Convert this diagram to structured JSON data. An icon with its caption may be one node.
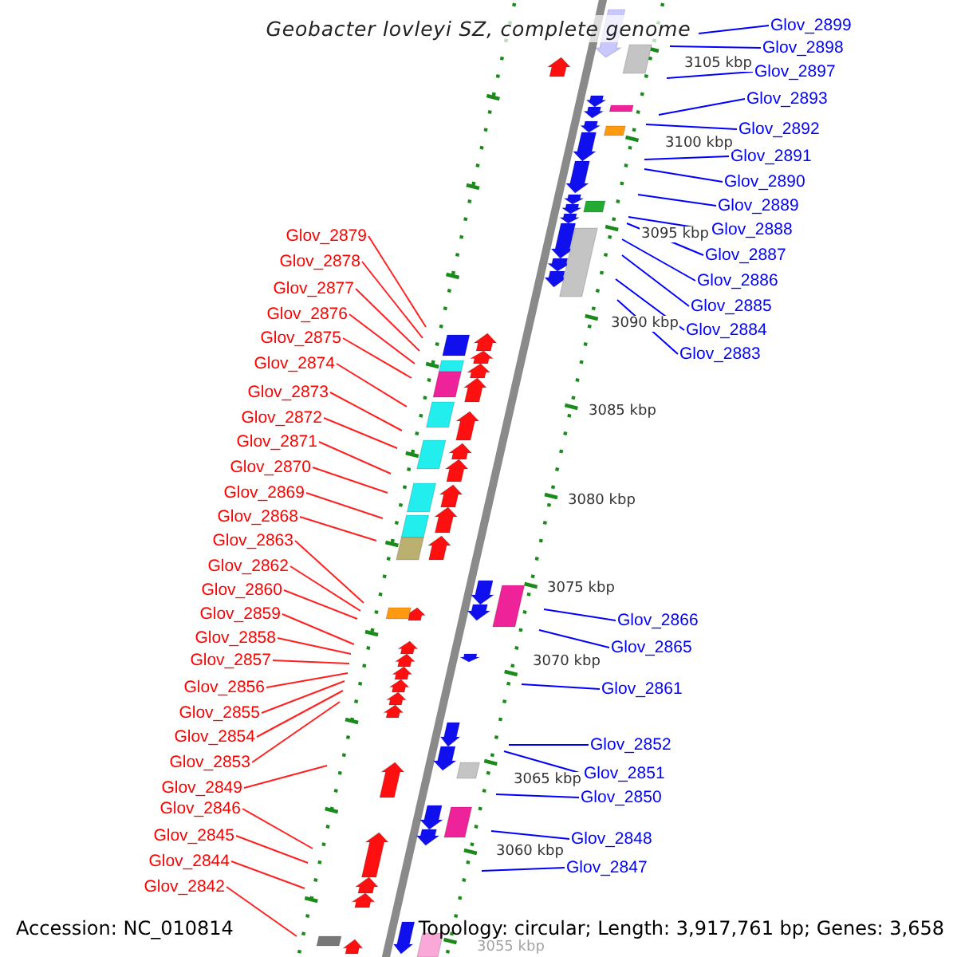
{
  "diagram": {
    "title": "Geobacter lovleyi SZ, complete genome",
    "nodes": [
      {
        "text": [
          "Glov_2879"
        ]
      },
      {
        "text": [
          "Glov_2878"
        ]
      },
      {
        "text": [
          "Glov_2877"
        ]
      },
      {
        "text": [
          "Glov_2876"
        ]
      },
      {
        "text": [
          "Glov_2875"
        ]
      },
      {
        "text": [
          "Glov_2874"
        ]
      },
      {
        "text": [
          "Glov_2873"
        ]
      },
      {
        "text": [
          "Glov_2872"
        ]
      },
      {
        "text": [
          "Glov_2871"
        ]
      },
      {
        "text": [
          "Glov_2870"
        ]
      },
      {
        "text": [
          "Glov_2869"
        ]
      },
      {
        "text": [
          "Glov_2868"
        ]
      },
      {
        "text": [
          "Glov_2863"
        ]
      },
      {
        "text": [
          "Glov_2862"
        ]
      },
      {
        "text": [
          "Glov_2860"
        ]
      },
      {
        "text": [
          "Glov_2859"
        ]
      },
      {
        "text": [
          "Glov_2858"
        ]
      },
      {
        "text": [
          "Glov_2857"
        ]
      },
      {
        "text": [
          "Glov_2856"
        ]
      },
      {
        "text": [
          "Glov_2855"
        ]
      },
      {
        "text": [
          "Glov_2854"
        ]
      },
      {
        "text": [
          "Glov_2853"
        ]
      },
      {
        "text": [
          "Glov_2849"
        ]
      },
      {
        "text": [
          "Glov_2846"
        ]
      },
      {
        "text": [
          "Glov_2845"
        ]
      },
      {
        "text": [
          "Glov_2844"
        ]
      },
      {
        "text": [
          "Glov_2842"
        ]
      },
      {
        "text": [
          "Glov_2899"
        ]
      },
      {
        "text": [
          "Glov_2898"
        ]
      },
      {
        "text": [
          "Glov_2897"
        ]
      },
      {
        "text": [
          "Glov_2893"
        ]
      },
      {
        "text": [
          "Glov_2892"
        ]
      },
      {
        "text": [
          "Glov_2891"
        ]
      },
      {
        "text": [
          "Glov_2890"
        ]
      },
      {
        "text": [
          "Glov_2889"
        ]
      },
      {
        "text": [
          "Glov_2888"
        ]
      },
      {
        "text": [
          "Glov_2887"
        ]
      },
      {
        "text": [
          "Glov_2886"
        ]
      },
      {
        "text": [
          "Glov_2885"
        ]
      },
      {
        "text": [
          "Glov_2884"
        ]
      },
      {
        "text": [
          "Glov_2883"
        ]
      },
      {
        "text": [
          "Glov_2866"
        ]
      },
      {
        "text": [
          "Glov_2865"
        ]
      },
      {
        "text": [
          "Glov_2861"
        ]
      },
      {
        "text": [
          "Glov_2852"
        ]
      },
      {
        "text": [
          "Glov_2851"
        ]
      },
      {
        "text": [
          "Glov_2850"
        ]
      },
      {
        "text": [
          "Glov_2848"
        ]
      },
      {
        "text": [
          "Glov_2847"
        ]
      }
    ],
    "edges": [
      {
        "from": 0,
        "to": null,
        "arrow": "none"
      },
      {
        "from": 1,
        "to": null,
        "arrow": "none"
      },
      {
        "from": 2,
        "to": null,
        "arrow": "none"
      },
      {
        "from": 3,
        "to": null,
        "arrow": "none"
      },
      {
        "from": 4,
        "to": null,
        "arrow": "none"
      },
      {
        "from": 5,
        "to": null,
        "arrow": "none"
      },
      {
        "from": 6,
        "to": null,
        "arrow": "none"
      },
      {
        "from": 7,
        "to": null,
        "arrow": "none"
      },
      {
        "from": 8,
        "to": null,
        "arrow": "none"
      },
      {
        "from": 9,
        "to": null,
        "arrow": "none"
      },
      {
        "from": 10,
        "to": null,
        "arrow": "none"
      },
      {
        "from": 11,
        "to": null,
        "arrow": "none"
      },
      {
        "from": 12,
        "to": null,
        "arrow": "none"
      },
      {
        "from": 13,
        "to": null,
        "arrow": "none"
      },
      {
        "from": 14,
        "to": null,
        "arrow": "none"
      },
      {
        "from": 15,
        "to": null,
        "arrow": "none"
      },
      {
        "from": 16,
        "to": null,
        "arrow": "none"
      },
      {
        "from": 17,
        "to": null,
        "arrow": "none"
      },
      {
        "from": 18,
        "to": null,
        "arrow": "none"
      },
      {
        "from": 19,
        "to": null,
        "arrow": "none"
      },
      {
        "from": 20,
        "to": null,
        "arrow": "none"
      },
      {
        "from": 21,
        "to": null,
        "arrow": "none"
      },
      {
        "from": 22,
        "to": null,
        "arrow": "none"
      },
      {
        "from": 23,
        "to": null,
        "arrow": "none"
      },
      {
        "from": 24,
        "to": null,
        "arrow": "none"
      },
      {
        "from": 25,
        "to": null,
        "arrow": "none"
      },
      {
        "from": 26,
        "to": null,
        "arrow": "none"
      },
      {
        "from": 27,
        "to": null,
        "arrow": "none",
        "color": "#0000ff"
      },
      {
        "from": 28,
        "to": null,
        "arrow": "none",
        "color": "#0000ff"
      },
      {
        "from": 29,
        "to": null,
        "arrow": "none",
        "color": "#0000ff"
      },
      {
        "from": 30,
        "to": null,
        "arrow": "none",
        "color": "#0000ff"
      },
      {
        "from": 31,
        "to": null,
        "arrow": "none",
        "color": "#0000ff"
      },
      {
        "from": 32,
        "to": null,
        "arrow": "none",
        "color": "#0000ff"
      },
      {
        "from": 33,
        "to": null,
        "arrow": "none",
        "color": "#0000ff"
      },
      {
        "from": 34,
        "to": null,
        "arrow": "none",
        "color": "#0000ff"
      },
      {
        "from": 35,
        "to": null,
        "arrow": "none",
        "color": "#0000ff"
      },
      {
        "from": 36,
        "to": null,
        "arrow": "none",
        "color": "#0000ff"
      },
      {
        "from": 37,
        "to": null,
        "arrow": "none",
        "color": "#0000ff"
      },
      {
        "from": 38,
        "to": null,
        "arrow": "none",
        "color": "#0000ff"
      },
      {
        "from": 39,
        "to": null,
        "arrow": "none",
        "color": "#0000ff"
      },
      {
        "from": 40,
        "to": null,
        "arrow": "none",
        "color": "#0000ff"
      },
      {
        "from": 41,
        "to": null,
        "arrow": "none",
        "color": "#0000ff"
      },
      {
        "from": 42,
        "to": null,
        "arrow": "none",
        "color": "#0000ff"
      },
      {
        "from": 43,
        "to": null,
        "arrow": "none",
        "color": "#0000ff"
      },
      {
        "from": 44,
        "to": null,
        "arrow": "none",
        "color": "#0000ff"
      },
      {
        "from": 45,
        "to": null,
        "arrow": "none",
        "color": "#0000ff"
      },
      {
        "from": 46,
        "to": null,
        "arrow": "none",
        "color": "#0000ff"
      },
      {
        "from": 47,
        "to": null,
        "arrow": "none",
        "color": "#0000ff"
      },
      {
        "from": 48,
        "to": null,
        "arrow": "none",
        "color": "#0000ff"
      }
    ],
    "labels": [
      "3105 kbp",
      "3100 kbp",
      "3095 kbp",
      "3090 kbp",
      "3085 kbp",
      "3080 kbp",
      "3075 kbp",
      "3070 kbp",
      "3065 kbp",
      "3060 kbp",
      "3055 kbp",
      "Accession: NC_010814",
      "Topology: circular; Length: 3,917,761 bp; Genes: 3,658"
    ]
  }
}
